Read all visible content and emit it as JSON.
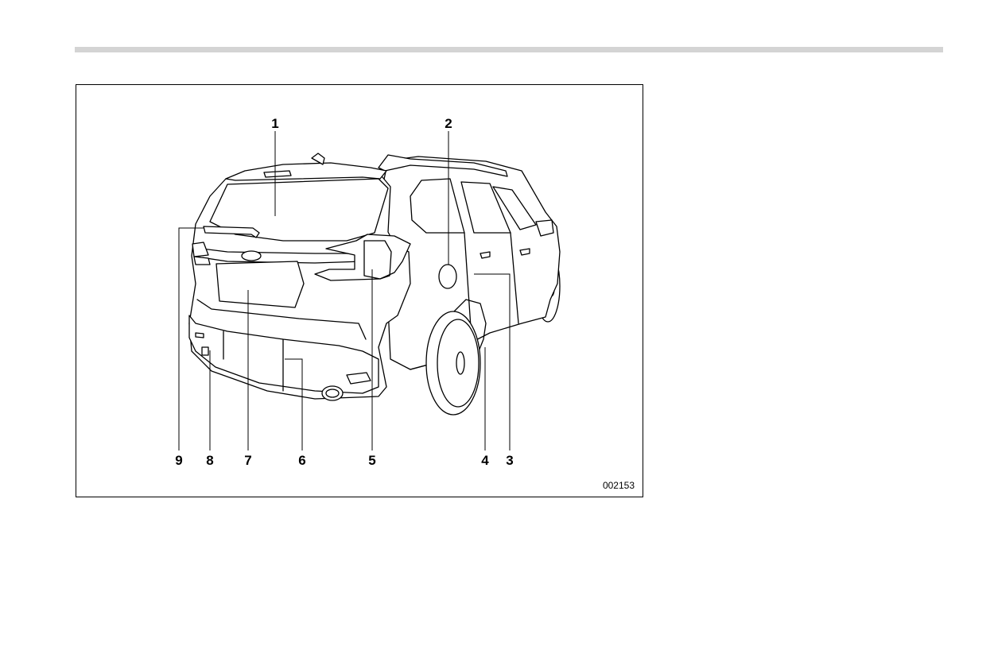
{
  "figure": {
    "code": "002153",
    "callouts": {
      "c1": "1",
      "c2": "2",
      "c3": "3",
      "c4": "4",
      "c5": "5",
      "c6": "6",
      "c7": "7",
      "c8": "8",
      "c9": "9"
    }
  },
  "colors": {
    "header_rule": "#d4d4d4",
    "line_art": "#000000",
    "background": "#ffffff"
  }
}
